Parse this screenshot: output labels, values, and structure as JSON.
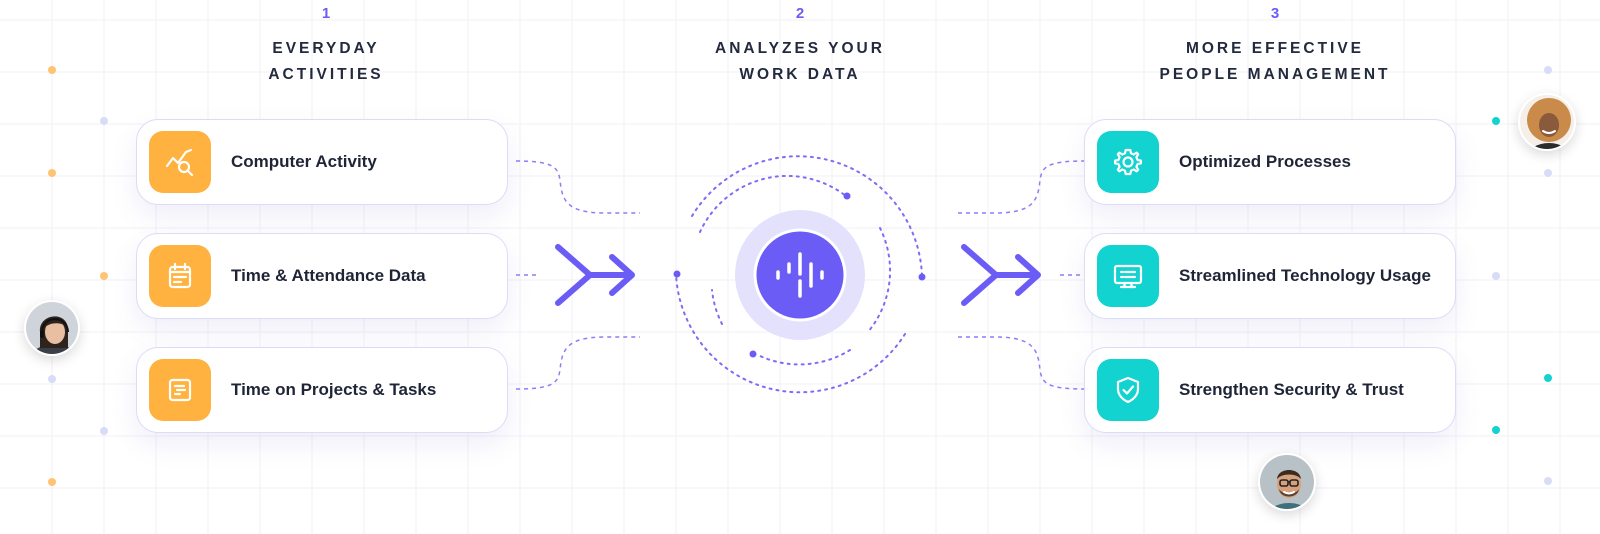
{
  "columns": [
    {
      "number": "1",
      "title_line1": "EVERYDAY",
      "title_line2": "ACTIVITIES"
    },
    {
      "number": "2",
      "title_line1": "ANALYZES YOUR",
      "title_line2": "WORK DATA"
    },
    {
      "number": "3",
      "title_line1": "MORE EFFECTIVE",
      "title_line2": "PEOPLE MANAGEMENT"
    }
  ],
  "inputs": [
    {
      "label": "Computer Activity",
      "icon": "activity-search-icon"
    },
    {
      "label": "Time & Attendance Data",
      "icon": "calendar-icon"
    },
    {
      "label": "Time on Projects & Tasks",
      "icon": "task-list-icon"
    }
  ],
  "outputs": [
    {
      "label": "Optimized Processes",
      "icon": "gear-icon"
    },
    {
      "label": "Streamlined Technology Usage",
      "icon": "monitor-icon"
    },
    {
      "label": "Strengthen Security & Trust",
      "icon": "shield-check-icon"
    }
  ],
  "center_icon": "audio-wave-icon",
  "colors": {
    "accent": "#6b5cf6",
    "input_tile": "#ffb23f",
    "output_tile": "#12d3cf",
    "heading": "#232a3d"
  }
}
